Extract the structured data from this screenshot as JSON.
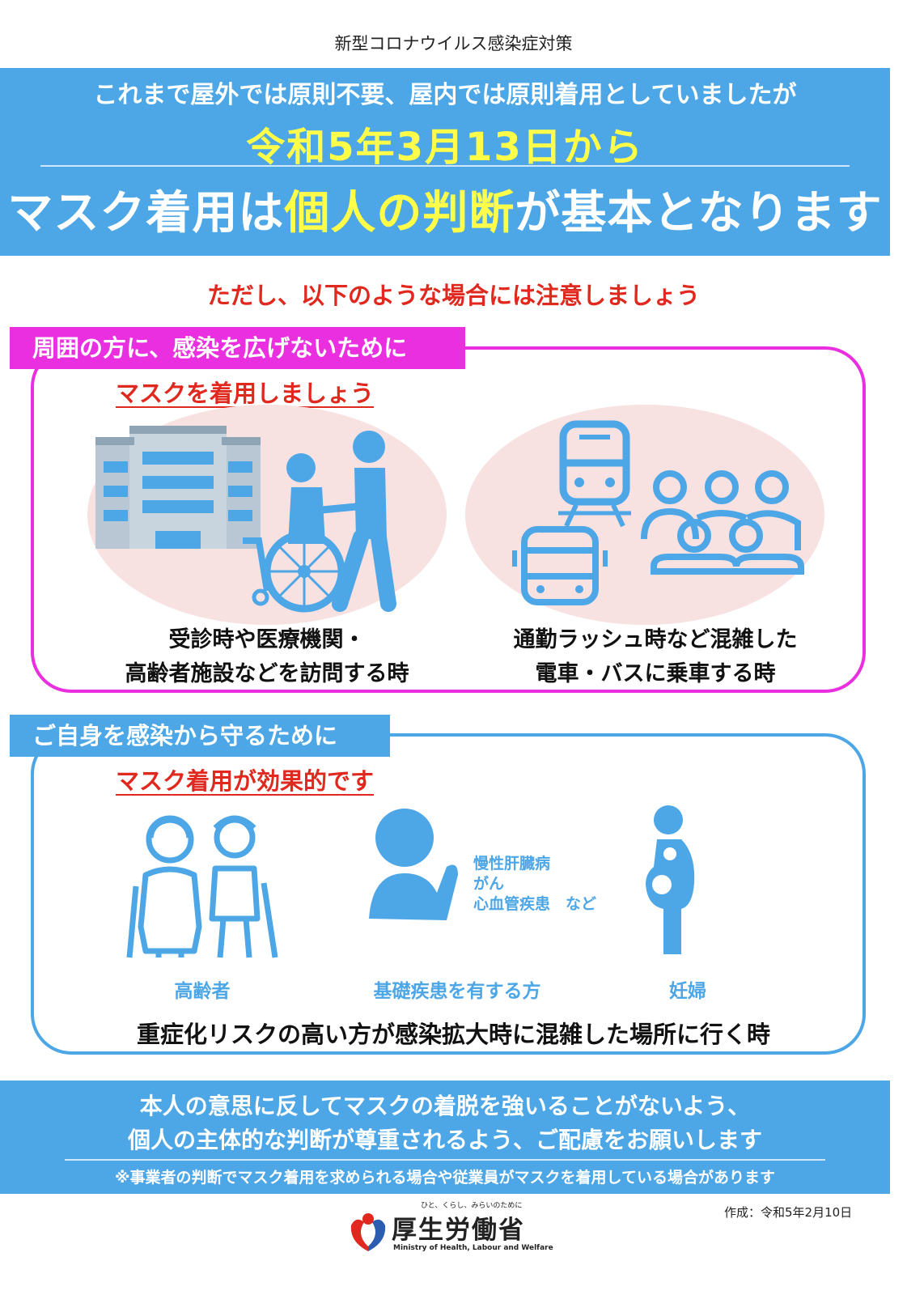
{
  "header": {
    "top_line": "新型コロナウイルス感染症対策"
  },
  "banner": {
    "line1": "これまで屋外では原則不要、屋内では原則着用としていましたが",
    "line2": "令和5年3月13日から",
    "line3_a": "マスク着用は",
    "line3_hl": "個人の判断",
    "line3_b": "が基本となります"
  },
  "caution": "ただし、以下のような場合には注意しましょう",
  "section1": {
    "tab": "周囲の方に、感染を広げないために",
    "subtitle": "マスクを着用しましょう",
    "caption1_l1": "受診時や医療機関・",
    "caption1_l2": "高齢者施設などを訪問する時",
    "caption2_l1": "通勤ラッシュ時など混雑した",
    "caption2_l2": "電車・バスに乗車する時"
  },
  "section2": {
    "tab": "ご自身を感染から守るために",
    "subtitle": "マスク着用が効果的です",
    "label_elderly": "高齢者",
    "label_disease": "基礎疾患を有する方",
    "label_pregnant": "妊婦",
    "disease_l1": "慢性肝臓病",
    "disease_l2": "がん",
    "disease_l3": "心血管疾患　など",
    "risk": "重症化リスクの高い方が感染拡大時に混雑した場所に行く時"
  },
  "bottom": {
    "line1": "本人の意思に反してマスクの着脱を強いることがないよう、",
    "line2": "個人の主体的な判断が尊重されるよう、ご配慮をお願いします",
    "note": "※事業者の判断でマスク着用を求められる場合や従業員がマスクを着用している場合があります"
  },
  "footer": {
    "created": "作成：令和5年2月10日",
    "logo_tagline": "ひと、くらし、みらいのために",
    "logo_name": "厚生労働省",
    "logo_en": "Ministry of Health, Labour and Welfare"
  },
  "colors": {
    "blue": "#4da6e6",
    "magenta": "#ea2fe0",
    "red": "#e0281e",
    "yellow": "#ffff4a",
    "pink_bg": "#f7e1e1"
  }
}
